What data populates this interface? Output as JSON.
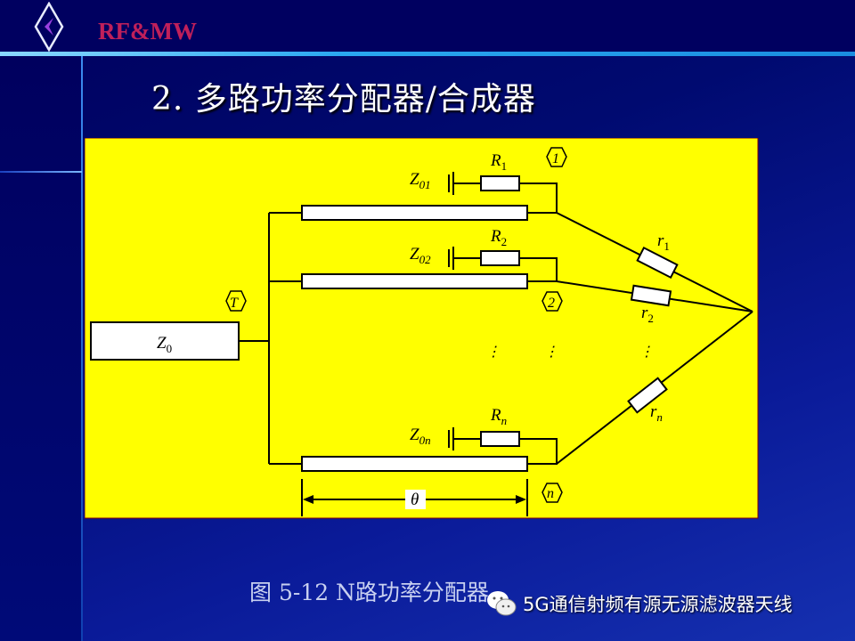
{
  "header": {
    "brand": "RF&MW",
    "logo_icon": "diamond-arrow-icon"
  },
  "slide": {
    "title": "2. 多路功率分配器/合成器",
    "caption": "图 5-12 N路功率分配器"
  },
  "diagram": {
    "input_impedance": {
      "sym": "Z",
      "sub": "0"
    },
    "port_T": "T",
    "branches": [
      {
        "port": "1",
        "Z": "Z",
        "Zsub": "01",
        "R": "R",
        "Rsub": "1",
        "r": "r",
        "rsub": "1"
      },
      {
        "port": "2",
        "Z": "Z",
        "Zsub": "02",
        "R": "R",
        "Rsub": "2",
        "r": "r",
        "rsub": "2"
      },
      {
        "port": "n",
        "Z": "Z",
        "Zsub": "0n",
        "R": "R",
        "Rsub": "n",
        "r": "r",
        "rsub": "n"
      }
    ],
    "ellipsis": "⋮",
    "length_label": "θ",
    "colors": {
      "background": "#ffff00",
      "components": "#ffffff",
      "wire": "#000000"
    }
  },
  "watermark": {
    "icon": "wechat-icon",
    "text": "5G通信射频有源无源滤波器天线"
  }
}
